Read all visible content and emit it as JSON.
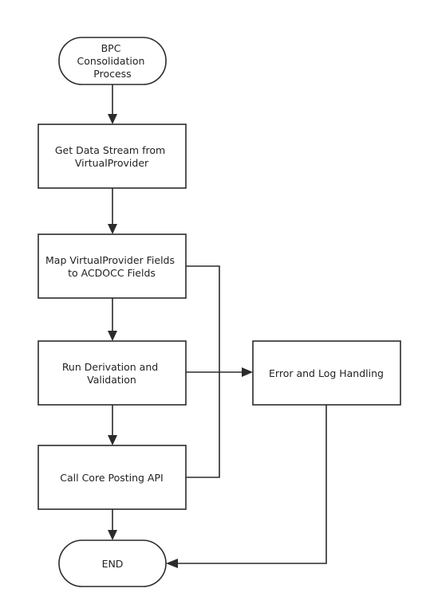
{
  "diagram": {
    "nodes": {
      "start": {
        "lines": [
          "BPC",
          "Consolidation",
          "Process"
        ]
      },
      "get_data": {
        "lines": [
          "Get Data Stream from",
          "VirtualProvider"
        ]
      },
      "map_fields": {
        "lines": [
          "Map VirtualProvider Fields",
          "to ACDOCC Fields"
        ]
      },
      "derivation": {
        "lines": [
          "Run Derivation and",
          "Validation"
        ]
      },
      "call_api": {
        "lines": [
          "Call Core Posting API"
        ]
      },
      "error_log": {
        "lines": [
          "Error and Log Handling"
        ]
      },
      "end": {
        "lines": [
          "END"
        ]
      }
    }
  }
}
